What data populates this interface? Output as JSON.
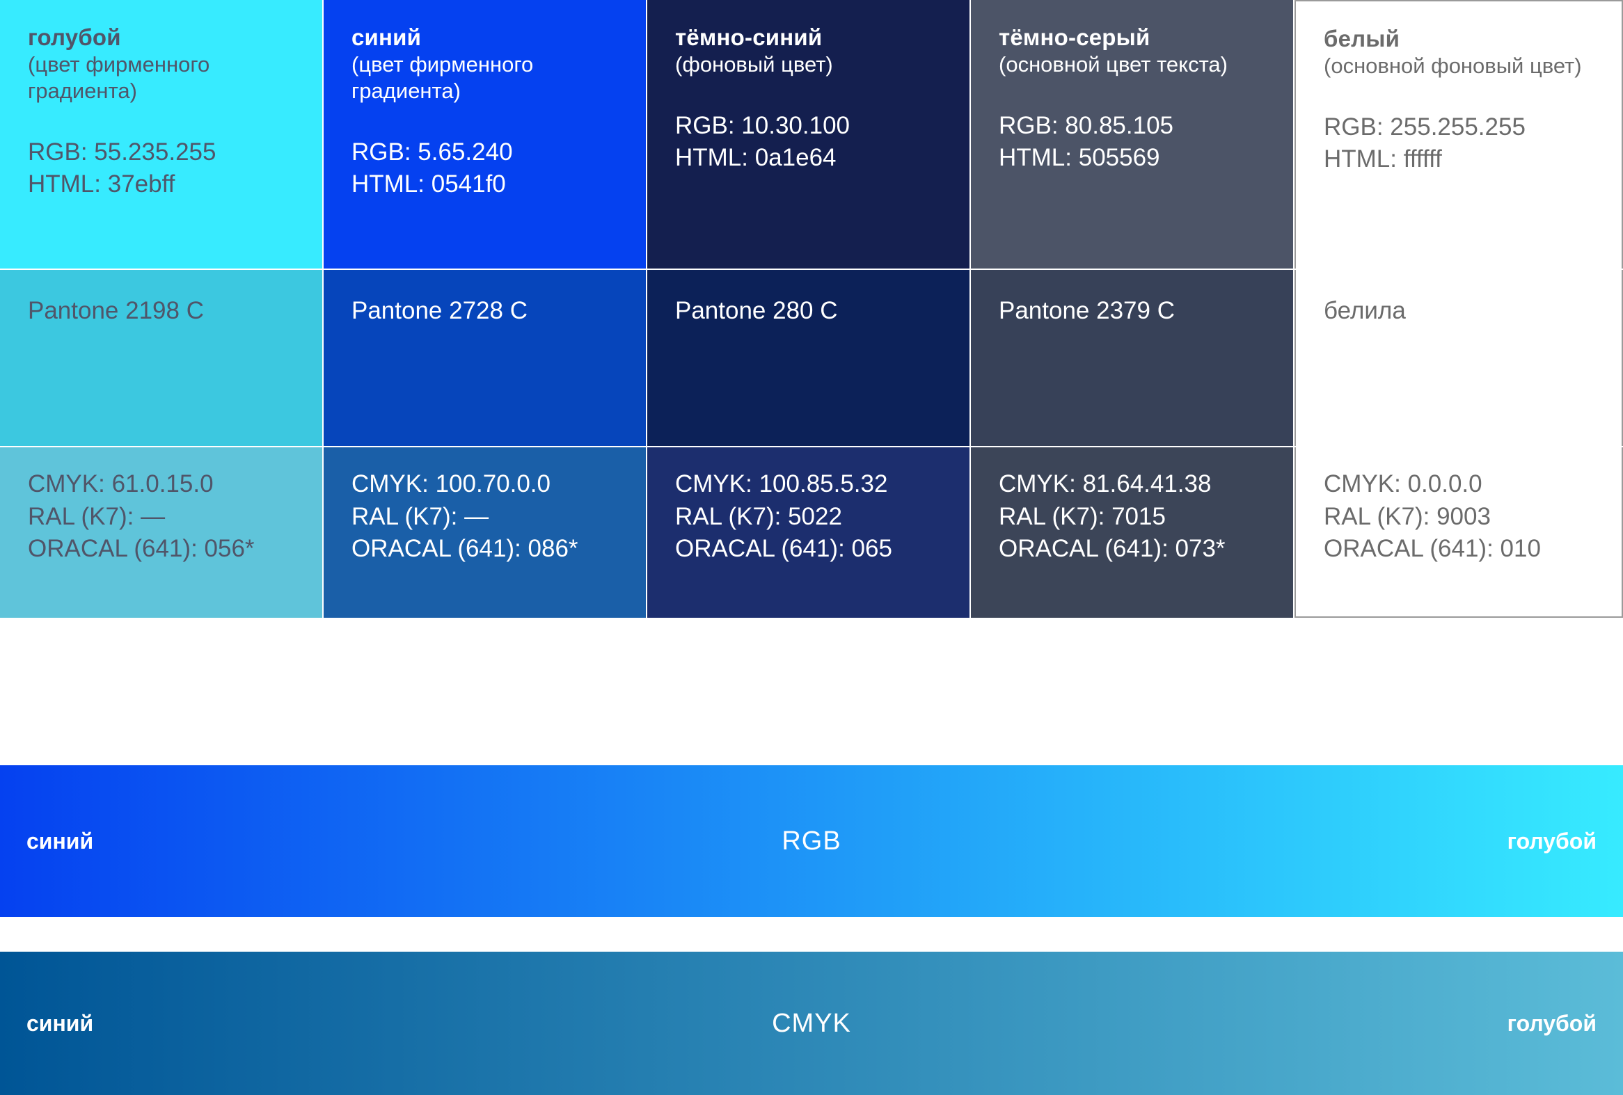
{
  "palette": {
    "columns": [
      {
        "name": "голубой",
        "role": "(цвет фирменного градиента)",
        "rgb": "RGB: 55.235.255",
        "html": "HTML: 37ebff",
        "pantone": "Pantone 2198 C",
        "cmyk": "CMYK: 61.0.15.0",
        "ral": "RAL (K7): —",
        "oracal": "ORACAL (641): 056*",
        "swatch_hex": "#37ebff",
        "pantone_hex": "#3cc8e0",
        "spec_hex": "#5fc4da",
        "text_color": "#505569"
      },
      {
        "name": "синий",
        "role": "(цвет фирменного градиента)",
        "rgb": "RGB: 5.65.240",
        "html": "HTML: 0541f0",
        "pantone": "Pantone 2728 C",
        "cmyk": "CMYK: 100.70.0.0",
        "ral": "RAL (K7): —",
        "oracal": "ORACAL (641): 086*",
        "swatch_hex": "#0541f0",
        "pantone_hex": "#0645bb",
        "spec_hex": "#1a5fa8",
        "text_color": "#ffffff"
      },
      {
        "name": "тёмно-синий",
        "role": "(фоновый цвет)",
        "rgb": "RGB: 10.30.100",
        "html": "HTML: 0a1e64",
        "pantone": "Pantone 280 C",
        "cmyk": "CMYK: 100.85.5.32",
        "ral": "RAL (K7): 5022",
        "oracal": "ORACAL (641): 065",
        "swatch_hex": "#141f4f",
        "pantone_hex": "#0c2158",
        "spec_hex": "#1c2e6e",
        "text_color": "#ffffff"
      },
      {
        "name": "тёмно-серый",
        "role": "(основной цвет текста)",
        "rgb": "RGB: 80.85.105",
        "html": "HTML: 505569",
        "pantone": "Pantone 2379 C",
        "cmyk": "CMYK: 81.64.41.38",
        "ral": "RAL (K7): 7015",
        "oracal": "ORACAL (641): 073*",
        "swatch_hex": "#4c5467",
        "pantone_hex": "#374158",
        "spec_hex": "#3c4558",
        "text_color": "#ffffff"
      },
      {
        "name": "белый",
        "role": "(основной фоновый цвет)",
        "rgb": "RGB: 255.255.255",
        "html": "HTML: ffffff",
        "pantone": "белила",
        "cmyk": "CMYK: 0.0.0.0",
        "ral": "RAL (K7): 9003",
        "oracal": "ORACAL (641): 010",
        "swatch_hex": "#ffffff",
        "pantone_hex": "#ffffff",
        "spec_hex": "#ffffff",
        "text_color": "#6b6b6b"
      }
    ]
  },
  "gradients": {
    "rgb": {
      "label_left": "синий",
      "label_center": "RGB",
      "label_right": "голубой",
      "from_hex": "#0541f0",
      "to_hex": "#37ebff"
    },
    "cmyk": {
      "label_left": "синий",
      "label_center": "CMYK",
      "label_right": "голубой",
      "from_hex": "#005596",
      "to_hex": "#5bbcd8"
    }
  }
}
